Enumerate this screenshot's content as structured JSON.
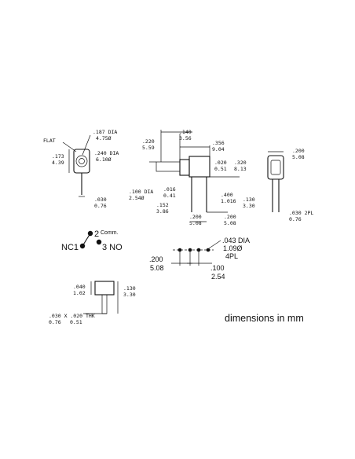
{
  "front_view": {
    "flat": "FLAT",
    "dia_outer_in": ".187 DIA",
    "dia_outer_mm": "4.75Ø",
    "dia_body_in": ".240 DIA",
    "dia_body_mm": "6.10Ø",
    "height_in": ".173",
    "height_mm": "4.39",
    "pin_in": ".030",
    "pin_mm": "0.76"
  },
  "side_view": {
    "d1_in": ".220",
    "d1_mm": "5.59",
    "d2_in": ".140",
    "d2_mm": "3.56",
    "d3_in": ".356",
    "d3_mm": "9.04",
    "d4_in": ".020",
    "d4_mm": "0.51",
    "d5_in": ".320",
    "d5_mm": "8.13",
    "d6_in": ".100 DIA",
    "d6_mm": "2.54Ø",
    "d7_in": ".016",
    "d7_mm": "0.41",
    "d8_in": ".400",
    "d8_mm": "1.016",
    "d9_in": ".130",
    "d9_mm": "3.30",
    "d10_in": ".152",
    "d10_mm": "3.86",
    "d11_in": ".200",
    "d11_mm": "5.08",
    "d12_in": ".200",
    "d12_mm": "5.08"
  },
  "end_view": {
    "w_in": ".200",
    "w_mm": "5.08",
    "pin_in": ".030 2PL",
    "pin_mm": "0.76"
  },
  "schematic": {
    "nc": "NC1",
    "com": "2",
    "com_label": "Comm.",
    "no": "3 NO"
  },
  "pinout": {
    "hole_in": ".043 DIA",
    "hole_mm": "1.09Ø",
    "count": "4PL",
    "span_in": ".200",
    "span_mm": "5.08",
    "pitch_in": ".100",
    "pitch_mm": "2.54"
  },
  "terminal": {
    "h1_in": ".040",
    "h1_mm": "1.02",
    "h2_in": ".130",
    "h2_mm": "3.30",
    "thk_in": ".030 X .020 THK",
    "thk_mm1": "0.76",
    "thk_mm2": "0.51"
  },
  "caption": "dimensions in mm"
}
